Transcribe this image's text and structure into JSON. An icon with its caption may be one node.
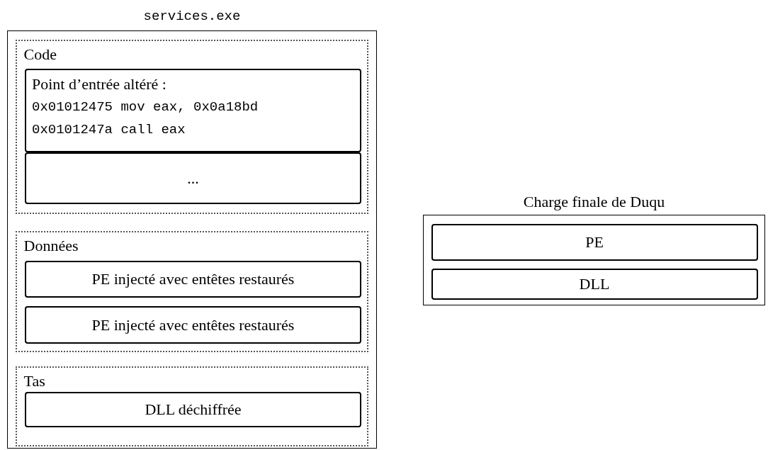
{
  "diagram": {
    "nodes": [
      {
        "text": [
          "services.exe"
        ]
      },
      {
        "text": [
          "Code"
        ],
        "in": 0
      },
      {
        "text": [
          "Point d’entrée altéré :",
          "0x01012475 mov eax, 0x0a18bd",
          "0x0101247a call eax"
        ],
        "in": 1
      },
      {
        "text": [
          "..."
        ],
        "in": 1
      },
      {
        "text": [
          "Données"
        ],
        "in": 0
      },
      {
        "text": [
          "PE injecté avec entêtes restaurés"
        ],
        "in": 4
      },
      {
        "text": [
          "PE injecté avec entêtes restaurés"
        ],
        "in": 4
      },
      {
        "text": [
          "Tas"
        ],
        "in": 0
      },
      {
        "text": [
          "DLL déchiffrée"
        ],
        "in": 7
      },
      {
        "text": [
          "Charge finale de Duqu"
        ]
      },
      {
        "text": [
          "PE"
        ],
        "in": 9
      },
      {
        "text": [
          "DLL"
        ],
        "in": 9
      }
    ],
    "edges": []
  }
}
